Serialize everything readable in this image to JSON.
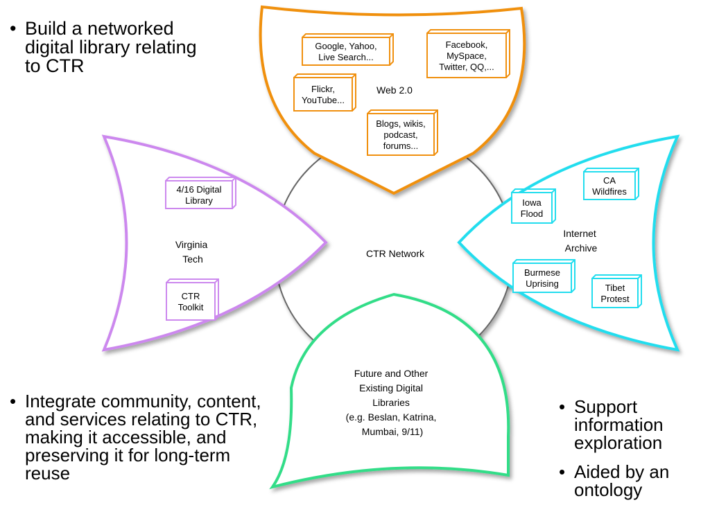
{
  "bullets_top": [
    "Build a networked digital library relating to CTR"
  ],
  "bullets_bottom": [
    "Integrate community, content, and services relating to CTR, making it accessible, and preserving it for long-term reuse"
  ],
  "bullets_right": [
    "Support information exploration",
    "Aided by an ontology"
  ],
  "center": {
    "label": "CTR Network"
  },
  "web20": {
    "color": "#f0900f",
    "label": "Web 2.0",
    "boxes": [
      [
        "Google, Yahoo,",
        "Live Search..."
      ],
      [
        "Facebook,",
        "MySpace,",
        "Twitter, QQ,..."
      ],
      [
        "Flickr,",
        "YouTube..."
      ],
      [
        "Blogs, wikis,",
        "podcast,",
        "forums..."
      ]
    ]
  },
  "vt": {
    "color": "#cc88ee",
    "label": [
      "Virginia",
      "Tech"
    ],
    "boxes": [
      [
        "4/16 Digital",
        "Library"
      ],
      [
        "CTR",
        "Toolkit"
      ]
    ]
  },
  "ia": {
    "color": "#22ddee",
    "label": [
      "Internet",
      "Archive"
    ],
    "boxes": [
      [
        "CA",
        "Wildfires"
      ],
      [
        "Iowa",
        "Flood"
      ],
      [
        "Burmese",
        "Uprising"
      ],
      [
        "Tibet",
        "Protest"
      ]
    ]
  },
  "future": {
    "color": "#33dd88",
    "label": [
      "Future and Other",
      "Existing Digital",
      "Libraries",
      "(e.g. Beslan, Katrina,",
      "Mumbai, 9/11)"
    ]
  }
}
